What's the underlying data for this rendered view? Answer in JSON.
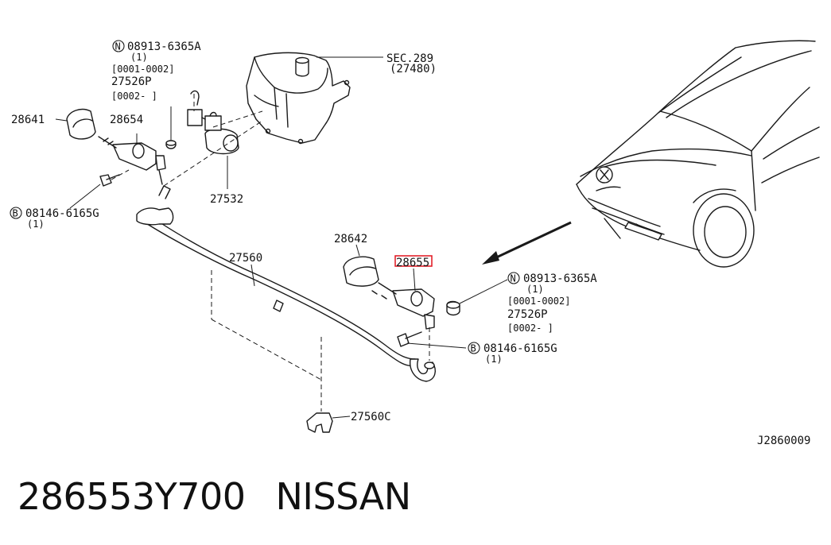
{
  "diagram": {
    "upper_left_cluster": {
      "nut_note": {
        "prefix": "N",
        "part": "08913-6365A",
        "qty": "(1)",
        "range1": "[0001-0002]",
        "alt_part": "27526P",
        "range2": "[0002-    ]"
      },
      "cap_label": "28641",
      "nozzle_label": "28654",
      "bolt_note": {
        "prefix": "B",
        "part": "08146-6165G",
        "qty": "(1)"
      }
    },
    "tank": {
      "label": "SEC.289",
      "sub": "(27480)"
    },
    "pump_label": "27532",
    "hose_label": "27560",
    "clip_label": "27560C",
    "right_cluster": {
      "cap_label": "28642",
      "nozzle_label": "28655",
      "nut_note": {
        "prefix": "N",
        "part": "08913-6365A",
        "qty": "(1)",
        "range1": "[0001-0002]",
        "alt_part": "27526P",
        "range2": "[0002-    ]"
      },
      "bolt_note": {
        "prefix": "B",
        "part": "08146-6165G",
        "qty": "(1)"
      }
    },
    "figure_code": "J2860009",
    "highlight_color": "#e0141e"
  },
  "caption": {
    "part_number": "286553Y700",
    "brand": "NISSAN"
  }
}
